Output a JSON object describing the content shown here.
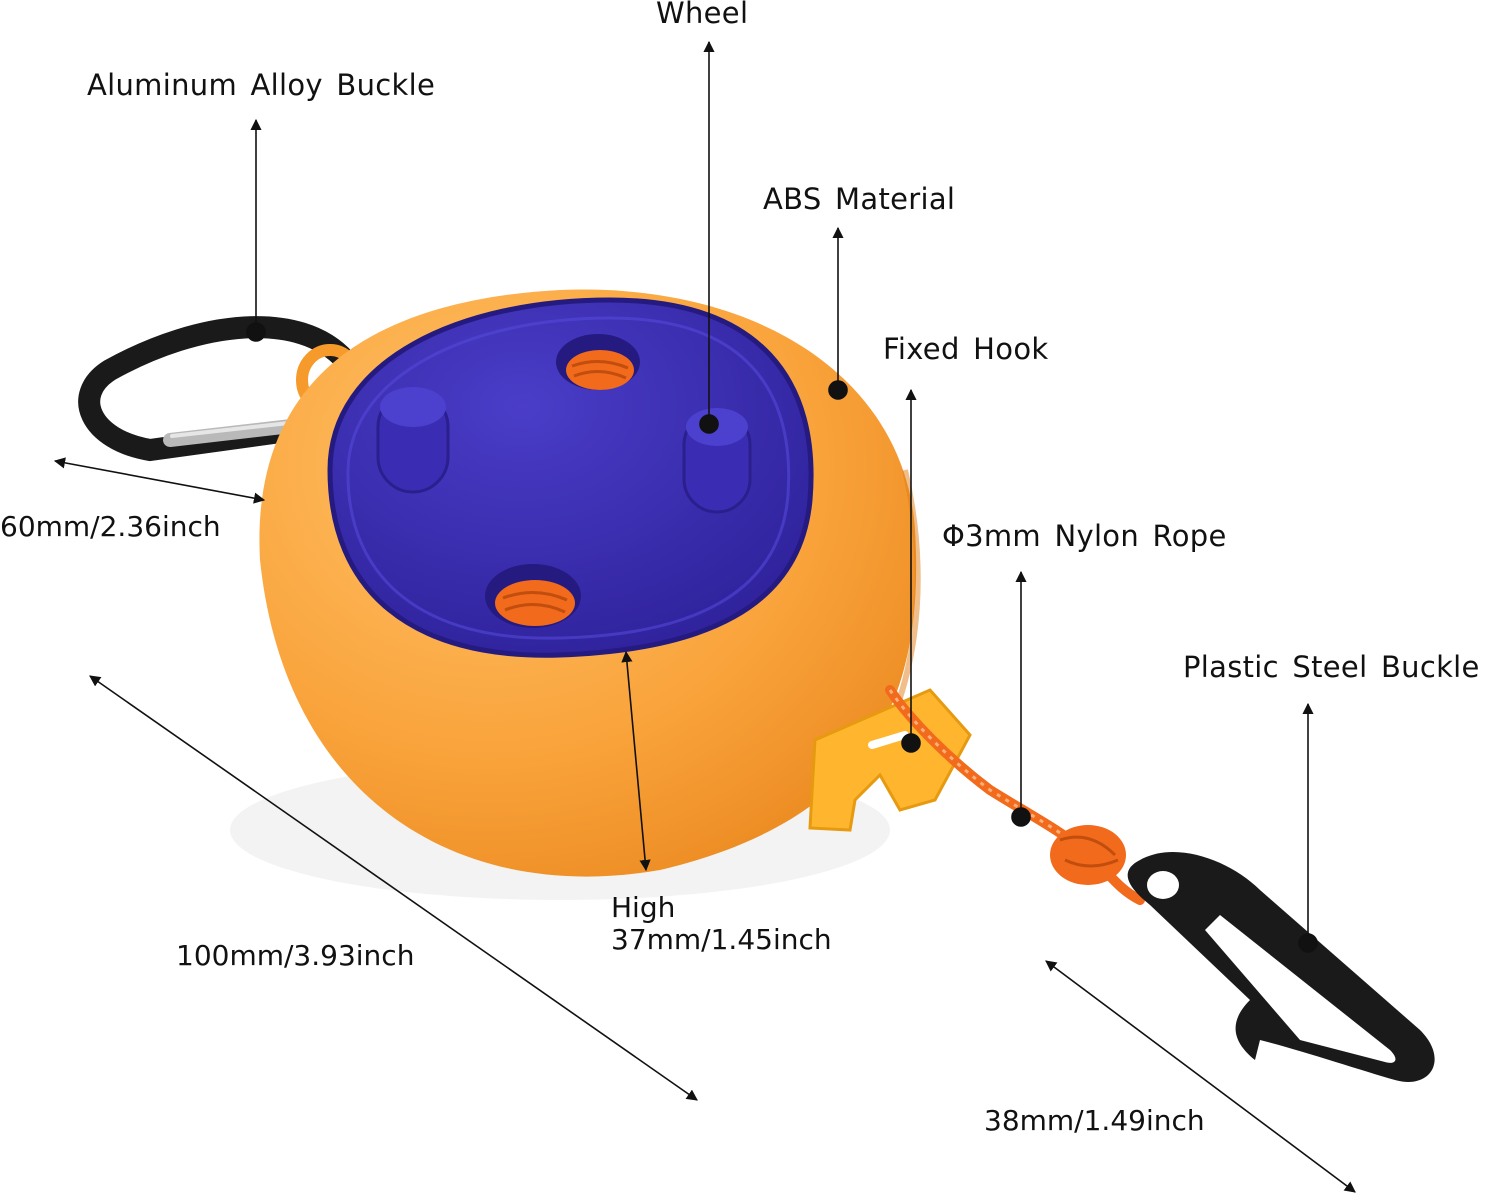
{
  "colors": {
    "body_orange": "#F79A2C",
    "body_orange_light": "#FFB347",
    "lid_blue": "#3A2BB0",
    "lid_blue_dark": "#2A1F8C",
    "rope_orange": "#F26A1B",
    "buckle_black": "#1A1A1A",
    "hook_yellow": "#FFB62E",
    "line": "#111111"
  },
  "labels": {
    "wheel": "Wheel",
    "aluminum_buckle": "Aluminum Alloy Buckle",
    "abs_material": "ABS Material",
    "fixed_hook": "Fixed Hook",
    "nylon_rope": "Φ3mm Nylon Rope",
    "plastic_buckle": "Plastic Steel Buckle"
  },
  "dimensions": {
    "width_60": "60mm/2.36inch",
    "length_100": "100mm/3.93inch",
    "height_label": "High",
    "height_value": "37mm/1.45inch",
    "buckle_38": "38mm/1.49inch"
  }
}
